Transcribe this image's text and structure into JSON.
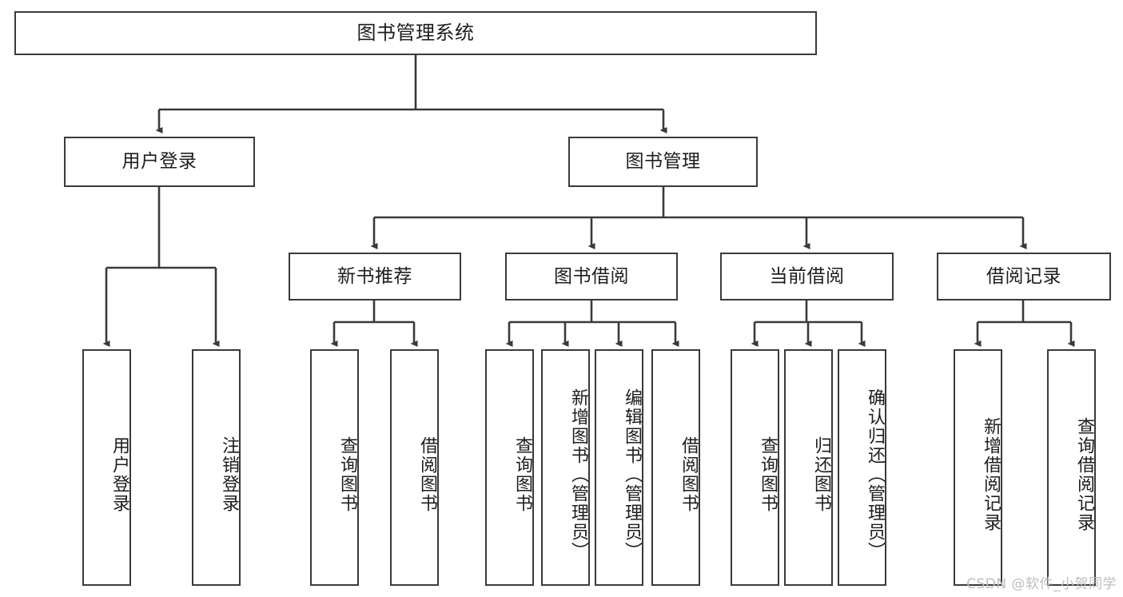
{
  "diagram": {
    "title": "图书管理系统",
    "type": "tree-hierarchy",
    "watermark": "CSDN @软件_小贺同学",
    "colors": {
      "stroke": "#3a3a3a",
      "fill": "#ffffff",
      "text": "#1d1d1d",
      "watermark": "#bdbdbd"
    },
    "levels": {
      "root": {
        "label": "图书管理系统"
      },
      "level2": [
        {
          "label": "用户登录"
        },
        {
          "label": "图书管理"
        }
      ],
      "level3": [
        {
          "label": "新书推荐"
        },
        {
          "label": "图书借阅"
        },
        {
          "label": "当前借阅"
        },
        {
          "label": "借阅记录"
        }
      ],
      "leaves": [
        {
          "label": "用户登录"
        },
        {
          "label": "注销登录"
        },
        {
          "label": "查询图书"
        },
        {
          "label": "借阅图书"
        },
        {
          "label": "查询图书"
        },
        {
          "label": "新增图书（管理员）"
        },
        {
          "label": "编辑图书（管理员）"
        },
        {
          "label": "借阅图书"
        },
        {
          "label": "查询图书"
        },
        {
          "label": "归还图书"
        },
        {
          "label": "确认归还（管理员）"
        },
        {
          "label": "新增借阅记录"
        },
        {
          "label": "查询借阅记录"
        }
      ]
    }
  }
}
